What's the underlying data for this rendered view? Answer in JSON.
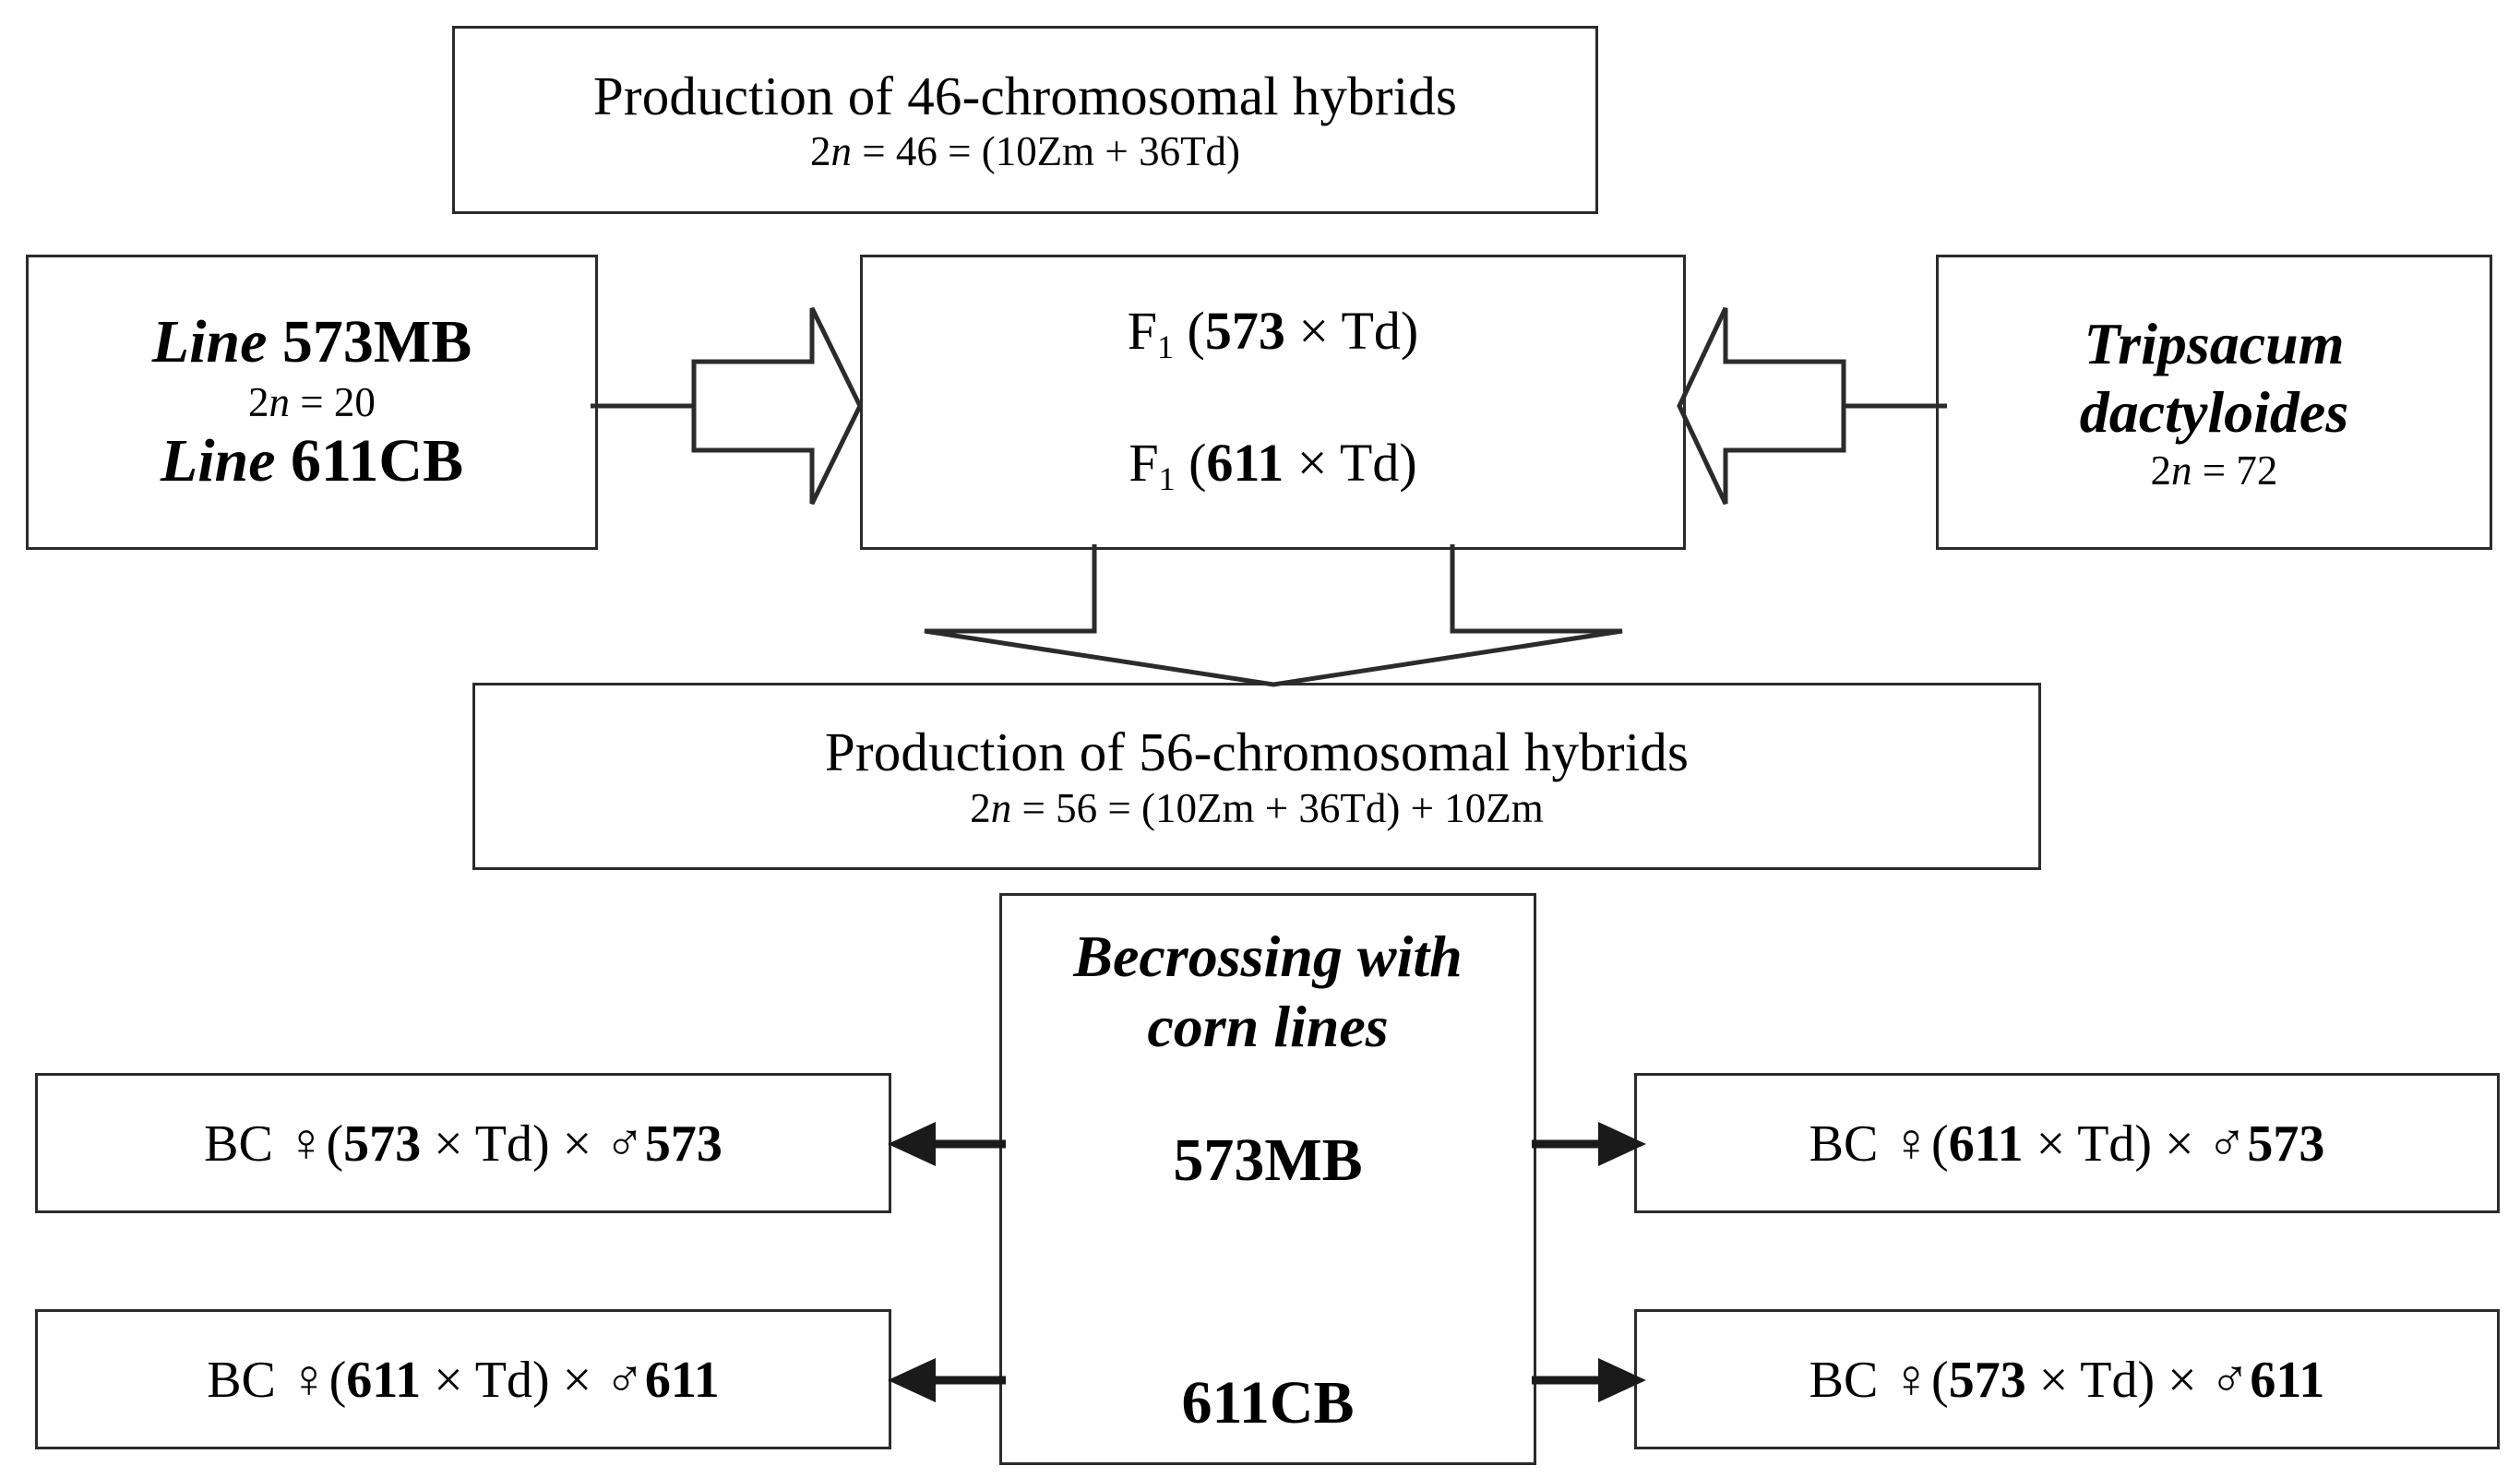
{
  "diagram": {
    "title": "Maize x Tripsacum hybridization scheme",
    "stroke_color": "#2b2b2b",
    "background_color": "#ffffff"
  },
  "boxes": {
    "production_46": {
      "line1": "Production of 46-chromosomal hybrids",
      "line2_prefix": "2",
      "line2_italic_n": "n",
      "line2_rest": " = 46 = (10Zm + 36Td)"
    },
    "parent_lines": {
      "line1_italic": "Line",
      "line1_bold": "573MB",
      "line2_prefix": "2",
      "line2_italic_n": "n",
      "line2_rest": " = 20",
      "line3_italic": "Line",
      "line3_bold": "611CB"
    },
    "f1_hybrids": {
      "row1_prefix": "F",
      "row1_sub": "1",
      "row1_open": " (",
      "row1_bold": "573",
      "row1_rest": " × Td)",
      "row2_prefix": "F",
      "row2_sub": "1",
      "row2_open": " (",
      "row2_bold": "611",
      "row2_rest": " × Td)"
    },
    "tripsacum": {
      "line1": "Tripsacum",
      "line2": "dactyloides",
      "line3_prefix": "2",
      "line3_italic_n": "n",
      "line3_rest": " = 72"
    },
    "production_56": {
      "line1": "Production of 56-chromosomal hybrids",
      "line2_prefix": "2",
      "line2_italic_n": "n",
      "line2_rest": " = 56 = (10Zm + 36Td) + 10Zm"
    },
    "backcross_center": {
      "title_line1": "Becrossing with",
      "title_line2": "corn lines",
      "line_573": "573MB",
      "line_611": "611CB"
    },
    "bc_top_left": {
      "prefix": "BC ",
      "female_symbol": "♀",
      "open": "(",
      "bold_female_parent": "573",
      "mid": " × Td) × ",
      "male_symbol": "♂",
      "bold_male_parent": "573"
    },
    "bc_top_right": {
      "prefix": "BC ",
      "female_symbol": "♀",
      "open": "(",
      "bold_female_parent": "611",
      "mid": " × Td) × ",
      "male_symbol": "♂",
      "bold_male_parent": "573"
    },
    "bc_bottom_left": {
      "prefix": "BC ",
      "female_symbol": "♀",
      "open": "(",
      "bold_female_parent": "611",
      "mid": " × Td) × ",
      "male_symbol": "♂",
      "bold_male_parent": "611"
    },
    "bc_bottom_right": {
      "prefix": "BC ",
      "female_symbol": "♀",
      "open": "(",
      "bold_female_parent": "573",
      "mid": " × Td) × ",
      "male_symbol": "♂",
      "bold_male_parent": "611"
    }
  },
  "connectors": {
    "left_block_arrow": "hollow block arrow pointing right from parent lines to F1",
    "right_block_arrow": "hollow block arrow pointing left from Tripsacum to F1",
    "down_chevron_arrow": "hollow wide chevron arrow pointing down from F1 to 56-chromosomal box",
    "arrow_top_left": "solid arrow pointing left to BC 573 x Td x 573",
    "arrow_top_right": "solid arrow pointing right to BC 611 x Td x 573",
    "arrow_bottom_left": "solid arrow pointing left to BC 611 x Td x 611",
    "arrow_bottom_right": "solid arrow pointing right to BC 573 x Td x 611"
  }
}
